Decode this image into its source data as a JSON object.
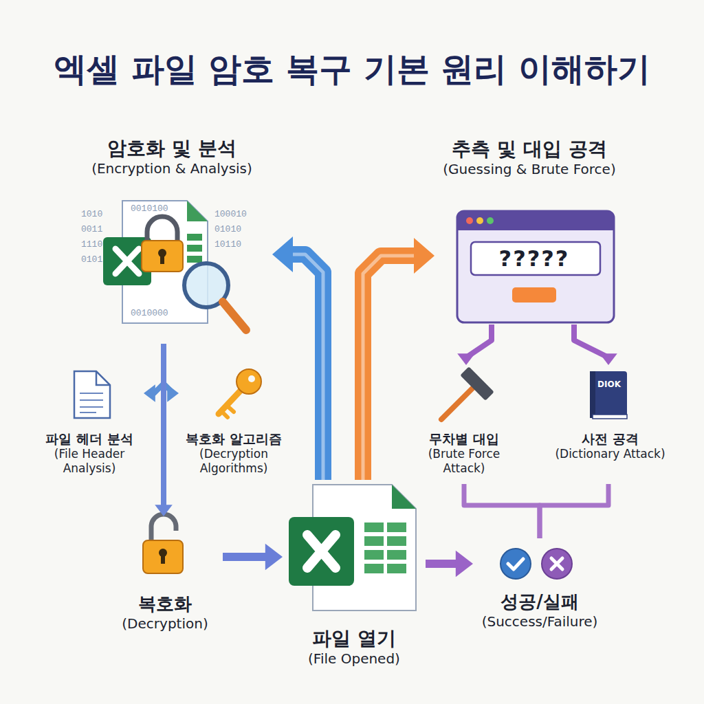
{
  "diagram": {
    "title": "엑셀 파일 암호 복구 기본 원리 이해하기",
    "nodes": [
      {
        "text": [
          "암호화 및 분석",
          "(Encryption & Analysis)"
        ]
      },
      {
        "text": [
          "추측 및 대입 공격",
          "(Guessing & Brute Force)",
          "?????"
        ]
      },
      {
        "text": [
          "파일 헤더 분석",
          "(File Header Analysis)"
        ]
      },
      {
        "text": [
          "복호화 알고리즘",
          "(Decryption Algorithms)"
        ]
      },
      {
        "text": [
          "무차별 대입",
          "(Brute Force Attack)"
        ]
      },
      {
        "text": [
          "사전 공격",
          "(Dictionary Attack)"
        ]
      },
      {
        "text": [
          "복호화",
          "(Decryption)"
        ]
      },
      {
        "text": [
          "파일 열기",
          "(File Opened)"
        ]
      },
      {
        "text": [
          "성공/실패",
          "(Success/Failure)"
        ]
      }
    ],
    "edges": [
      {
        "from": 0,
        "to": 2,
        "arrow": "to"
      },
      {
        "from": 0,
        "to": 3,
        "arrow": "to"
      },
      {
        "from": 0,
        "to": 6,
        "arrow": "to"
      },
      {
        "from": 6,
        "to": 7,
        "arrow": "to"
      },
      {
        "from": 7,
        "to": 0,
        "arrow": "to"
      },
      {
        "from": 7,
        "to": 1,
        "arrow": "to"
      },
      {
        "from": 1,
        "to": 4,
        "arrow": "to"
      },
      {
        "from": 1,
        "to": 5,
        "arrow": "to"
      },
      {
        "from": 4,
        "to": 8,
        "arrow": "none"
      },
      {
        "from": 5,
        "to": 8,
        "arrow": "none"
      },
      {
        "from": 7,
        "to": 8,
        "arrow": "to"
      }
    ],
    "labels": [
      "1010",
      "0011",
      "1110",
      "0101",
      "0010100",
      "100010",
      "01010",
      "10110",
      "0010000",
      "DIOK"
    ]
  }
}
